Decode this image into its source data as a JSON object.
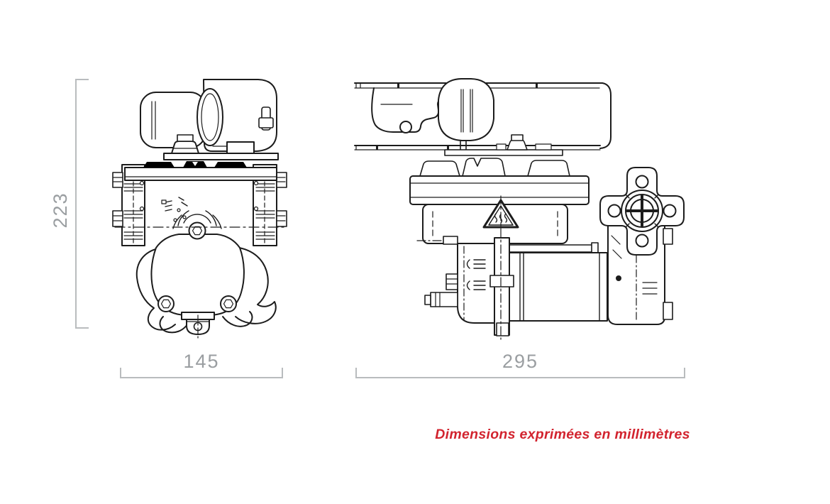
{
  "dimensions": {
    "height": "223",
    "front_width": "145",
    "side_width": "295",
    "unit_note": "Dimensions exprimées en millimètres"
  },
  "colors": {
    "line_art": "#1c1c1c",
    "dimension_lines": "#b9bcbe",
    "dimension_text": "#9a9ea1",
    "note_red": "#d2232e",
    "background": "#ffffff"
  },
  "icons": {
    "hot_surface_warning": "hot-surface-warning-icon"
  }
}
